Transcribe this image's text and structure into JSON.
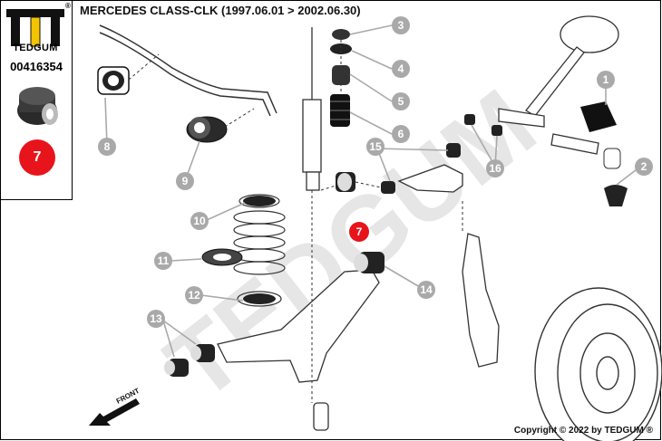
{
  "brand": {
    "logo_text": "TEDGUM",
    "reg_mark": "®"
  },
  "part_number": "00416354",
  "highlighted_callout": "7",
  "title": "MERCEDES CLASS-CLK (1997.06.01 > 2002.06.30)",
  "copyright": "Copyright © 2022 by TEDGUM ®",
  "watermark": "TEDGUM",
  "front_label": "FRONT",
  "callouts": [
    "1",
    "2",
    "3",
    "4",
    "5",
    "6",
    "8",
    "9",
    "10",
    "11",
    "12",
    "13",
    "14",
    "15",
    "16"
  ],
  "colors": {
    "accent_red": "#e8141b",
    "callout_gray": "#a9a9a9",
    "logo_yellow": "#f4c400"
  }
}
